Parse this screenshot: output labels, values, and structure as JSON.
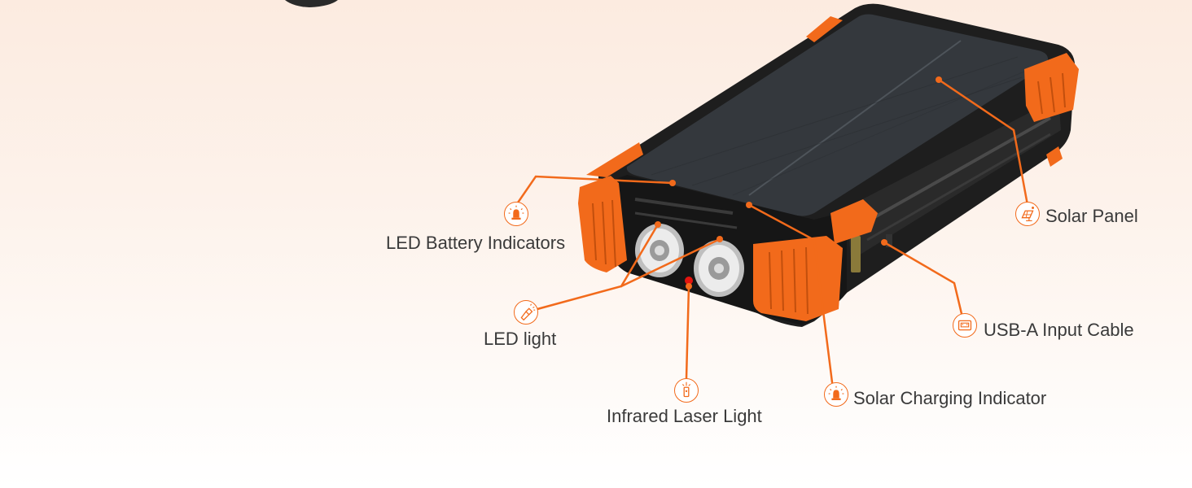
{
  "colors": {
    "accent": "#f26a1b",
    "device_body": "#1e1e1e",
    "device_bumper": "#f26a1b",
    "solar_panel": "#2f3338"
  },
  "callouts": [
    {
      "id": "solar-panel",
      "label": "Solar Panel",
      "icon": "solar-panel-icon"
    },
    {
      "id": "led-battery-indicators",
      "label": "LED Battery Indicators",
      "icon": "led-bulb-icon"
    },
    {
      "id": "led-light",
      "label": "LED light",
      "icon": "flashlight-icon"
    },
    {
      "id": "usb-a-input-cable",
      "label": "USB-A Input Cable",
      "icon": "usb-port-icon"
    },
    {
      "id": "infrared-laser-light",
      "label": "Infrared Laser Light",
      "icon": "laser-pointer-icon"
    },
    {
      "id": "solar-charging-indicator",
      "label": "Solar Charging Indicator",
      "icon": "led-bulb-icon"
    }
  ]
}
